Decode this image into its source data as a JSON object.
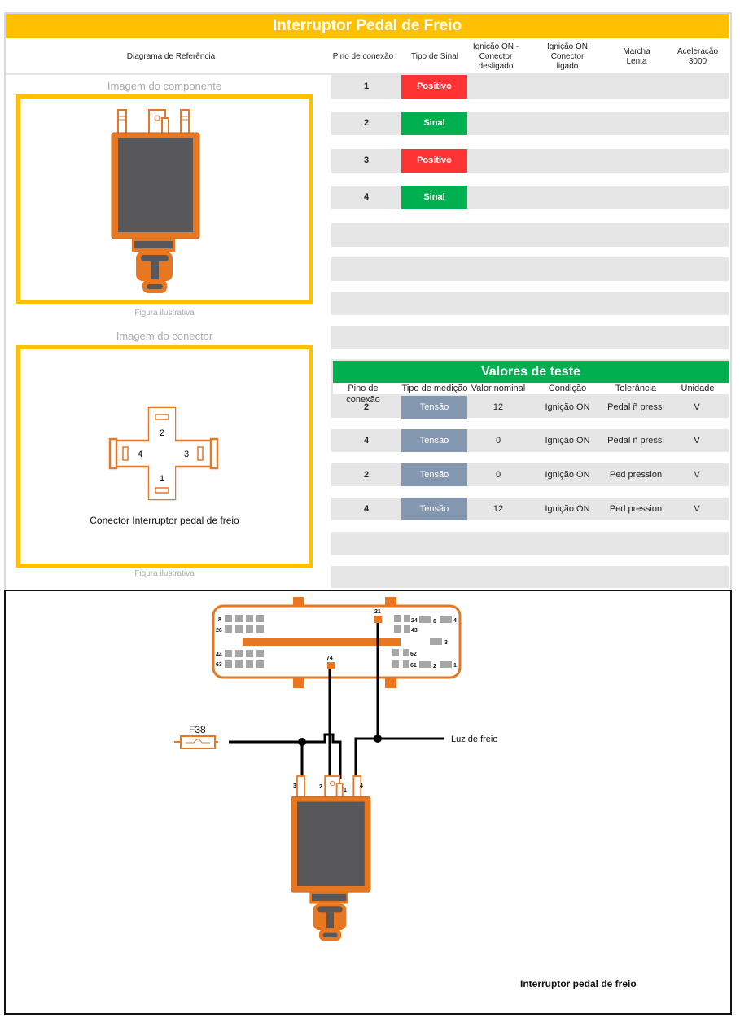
{
  "title": "Interruptor Pedal de Freio",
  "header": {
    "diagram": "Diagrama de Referência",
    "pin": "Pino de conexão",
    "signal_type": "Tipo de Sinal",
    "ign_off": "Ignição ON - Conector desligado",
    "ign_on": "Ignição ON Conector ligado",
    "idle": "Marcha Lenta",
    "accel": "Aceleração 3000"
  },
  "component": {
    "caption": "Imagem do componente",
    "figure": "Figura ilustrativa"
  },
  "connector": {
    "caption": "Imagem do conector",
    "figure": "Figura ilustrativa",
    "label": "Conector Interruptor pedal de freio",
    "pins": [
      "1",
      "2",
      "3",
      "4"
    ]
  },
  "pins": [
    {
      "pin": "1",
      "signal": "Positivo",
      "color": "#FF3333"
    },
    {
      "pin": "2",
      "signal": "Sinal",
      "color": "#00B050"
    },
    {
      "pin": "3",
      "signal": "Positivo",
      "color": "#FF3333"
    },
    {
      "pin": "4",
      "signal": "Sinal",
      "color": "#00B050"
    }
  ],
  "test": {
    "title": "Valores de teste",
    "headers": [
      "Pino de conexão",
      "Tipo de medição",
      "Valor nominal",
      "Condição",
      "Tolerância",
      "Unidade"
    ],
    "rows": [
      [
        "2",
        "Tensão",
        "12",
        "Ignição ON",
        "Pedal ñ pressi",
        "V"
      ],
      [
        "4",
        "Tensão",
        "0",
        "Ignição ON",
        "Pedal ñ pressi",
        "V"
      ],
      [
        "2",
        "Tensão",
        "0",
        "Ignição ON",
        "Ped pression",
        "V"
      ],
      [
        "4",
        "Tensão",
        "12",
        "Ignição ON",
        "Ped pression",
        "V"
      ]
    ]
  },
  "diagram": {
    "ecu_pins": [
      "8",
      "26",
      "44",
      "63",
      "21",
      "74",
      "24",
      "43",
      "62",
      "61",
      "6",
      "4",
      "3",
      "2",
      "1"
    ],
    "fuse": "F38",
    "brake_light": "Luz de freio",
    "switch_pins": [
      "3",
      "2",
      "1",
      "4"
    ],
    "caption": "Interruptor pedal de freio"
  }
}
